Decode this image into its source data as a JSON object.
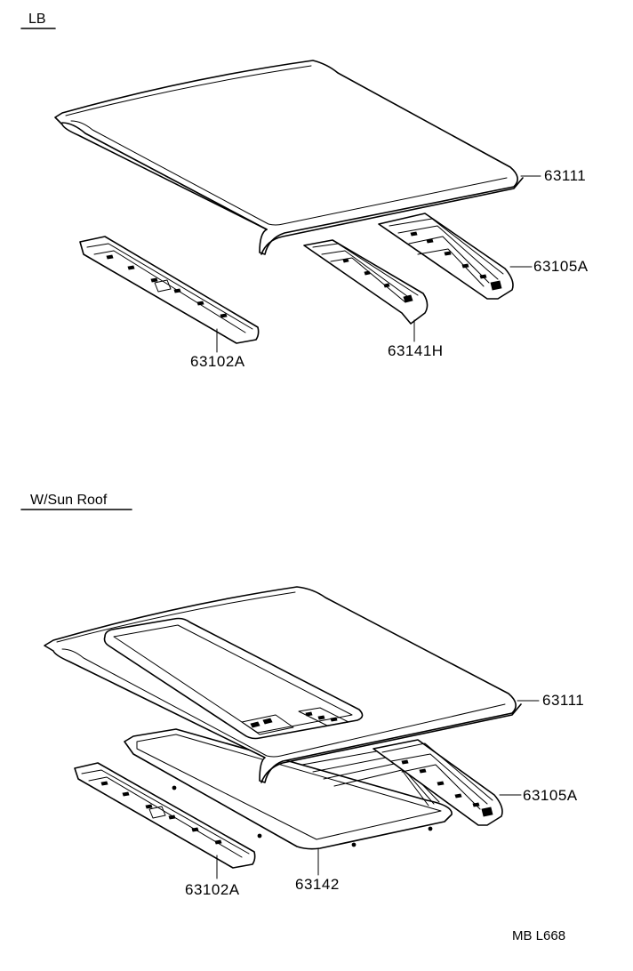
{
  "sections": {
    "lb_title": "LB",
    "sunroof_title": "W/Sun Roof"
  },
  "parts_top": {
    "roof_panel": "63111",
    "rear_header": "63105A",
    "roof_bow": "63141H",
    "front_header": "63102A"
  },
  "parts_bottom": {
    "roof_panel": "63111",
    "rear_header": "63105A",
    "sunroof_frame": "63142",
    "front_header": "63102A"
  },
  "diagram_code": "MB L668"
}
